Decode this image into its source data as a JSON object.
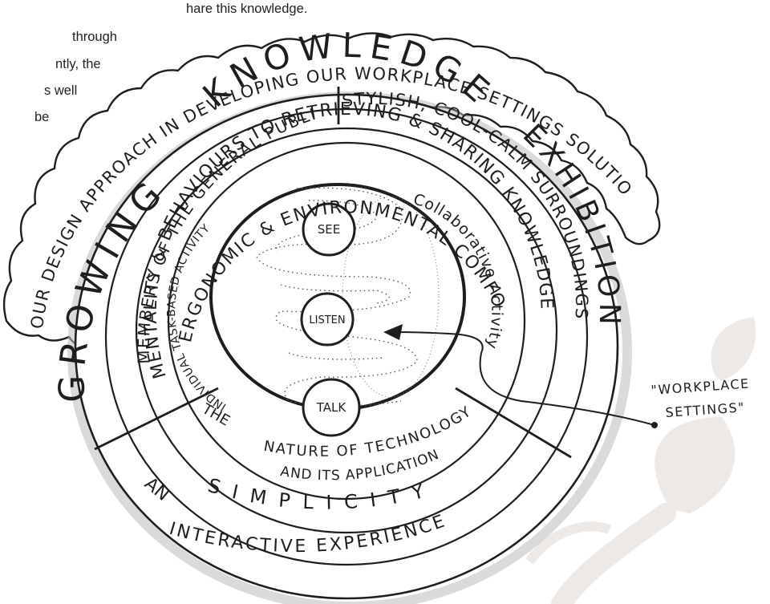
{
  "intro_text_fragments": [
    "hare this knowledge.",
    "through",
    "ntly, the",
    "s well",
    "be"
  ],
  "diagram": {
    "cloud_banner": "OUR DESIGN APPROACH IN DEVELOPING OUR WORKPLACE SETTINGS SOLUTIONS:",
    "outer_ring": {
      "top_left": "GROWING",
      "top": "KNOWLEDGE",
      "top_right": "EXHIBITION",
      "bottom_inner": "SIMPLICITY",
      "bottom_outer_left": "AN",
      "bottom_outer": "INTERACTIVE EXPERIENCE"
    },
    "ring2": {
      "left": "MEMBERS OF THE GENERAL PUBLIC",
      "right": "STYLISH, COOL-CALM SURROUNDINGS"
    },
    "ring3": {
      "arc": "MENTALITY & BEHAVIOURS TO RETRIEVING & SHARING KNOWLEDGE"
    },
    "ring4": {
      "arc": "ERGONOMIC & ENVIRONMENTAL COMFORTS"
    },
    "bottom_segment": {
      "line1": "THE",
      "line2": "NATURE OF TECHNOLOGY",
      "line3": "AND ITS APPLICATION"
    },
    "inner_circle": {
      "left": "INDIVIDUAL TASK-BASED ACTIVITY",
      "left_line1": "INDIVIDUAL TASK-BASED",
      "left_line2": "ACTIVITY",
      "right": "Collaborative Activity",
      "bubbles": [
        "SEE",
        "LISTEN",
        "TALK"
      ]
    },
    "callout": {
      "line1": "\"WORKPLACE",
      "line2": "SETTINGS\""
    }
  },
  "colors": {
    "ink": "#1e1e1e",
    "text": "#231f20",
    "leaf_watermark": "#ece9e7"
  }
}
